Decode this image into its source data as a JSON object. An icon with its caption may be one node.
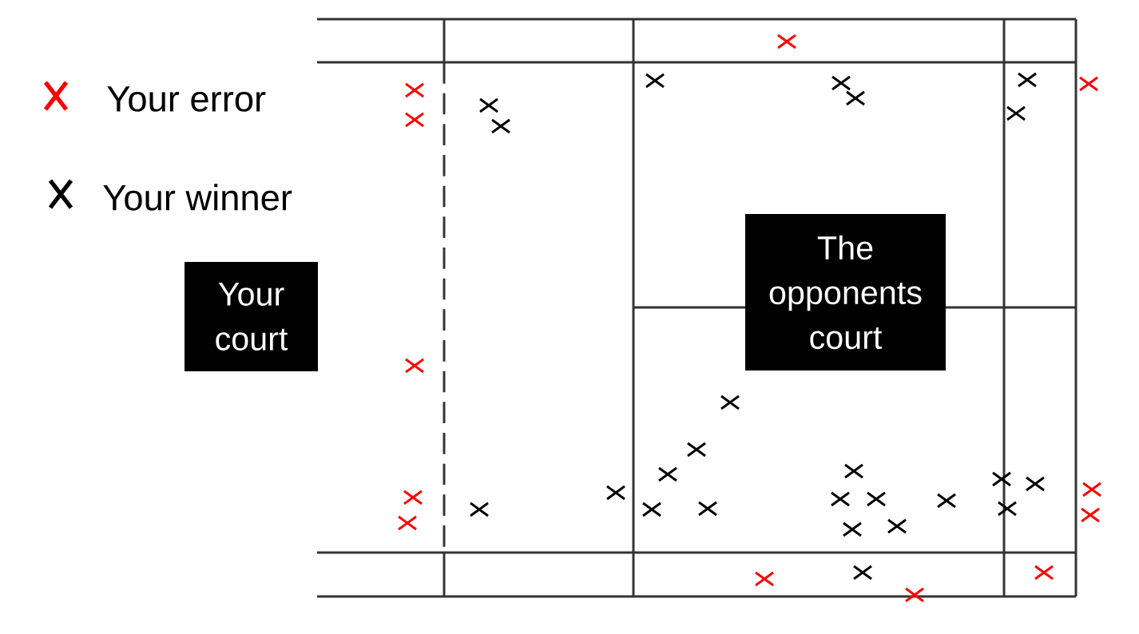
{
  "diagram": {
    "nodes": [
      {
        "text": [
          "Your court"
        ]
      },
      {
        "text": [
          "The opponents court"
        ]
      }
    ],
    "legend": [
      {
        "text": "Your error",
        "color": "#ff0000"
      },
      {
        "text": "Your winner",
        "color": "#000000"
      }
    ]
  }
}
